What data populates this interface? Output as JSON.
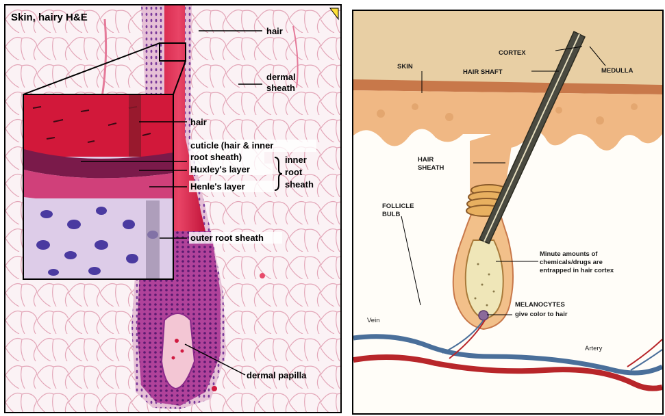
{
  "left": {
    "title": "Skin, hairy  H&E",
    "labels": {
      "hair_top": "hair",
      "dermal_sheath_1": "dermal",
      "dermal_sheath_2": "sheath",
      "hair_inset": "hair",
      "cuticle_1": "cuticle (hair & inner",
      "cuticle_2": "root sheath)",
      "huxley": "Huxley's layer",
      "henle": "Henle's layer",
      "inner_root_1": "inner",
      "inner_root_2": "root",
      "inner_root_3": "sheath",
      "outer_root": "outer root sheath",
      "dermal_papilla": "dermal papilla"
    }
  },
  "right": {
    "labels": {
      "cortex": "CORTEX",
      "medulla": "MEDULLA",
      "skin": "SKIN",
      "hair_shaft": "HAIR SHAFT",
      "hair_sheath_1": "HAIR",
      "hair_sheath_2": "SHEATH",
      "follicle_1": "FOLLICLE",
      "follicle_2": "BULB",
      "minute_1": "Minute amounts of",
      "minute_2": "chemicals/drugs are",
      "minute_3": "entrapped in hair cortex",
      "melano_1": "MELANOCYTES",
      "melano_2": "give color to hair",
      "vein": "Vein",
      "artery": "Artery"
    }
  },
  "colors": {
    "hair_red": "#c8163a",
    "purple": "#8a2a8a",
    "skin_tan": "#e8c89a",
    "dermis": "#f2c49a",
    "vein_blue": "#4a6f9a",
    "artery_red": "#b8262a"
  }
}
